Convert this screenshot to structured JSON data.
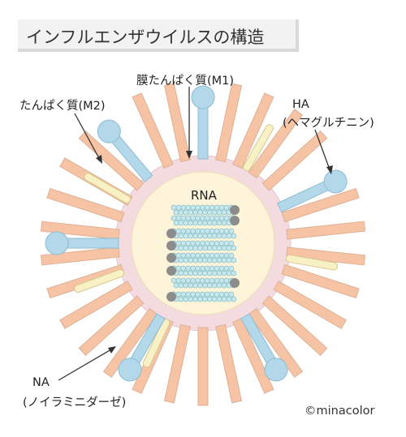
{
  "title": "インフルエンザウイルスの構造",
  "labels": {
    "m1": "膜たんぱく質(M1)",
    "m2": "たんぱく質(M2)",
    "ha_main": "HA",
    "ha_sub": "(ヘマグルチニン)",
    "rna": "RNA",
    "na_main": "NA",
    "na_sub": "(ノイラミニダーゼ)"
  },
  "credit": "©minacolor",
  "colors": {
    "ha_spike": "#f6c4a5",
    "ha_stroke": "#ddb196",
    "na_spike": "#b3d8ea",
    "na_stroke": "#8fbcd3",
    "m2": "#f8f1c6",
    "m2_stroke": "#d7c98d",
    "envelope": "#f4dbe0",
    "core": "#fdf4d9",
    "rna_bead": "#c9e8ee",
    "rna_end": "#8c8c8c",
    "text": "#222222"
  },
  "icons": [
    "arrow-line",
    "spike",
    "mushroom-spike",
    "rna-strand"
  ]
}
